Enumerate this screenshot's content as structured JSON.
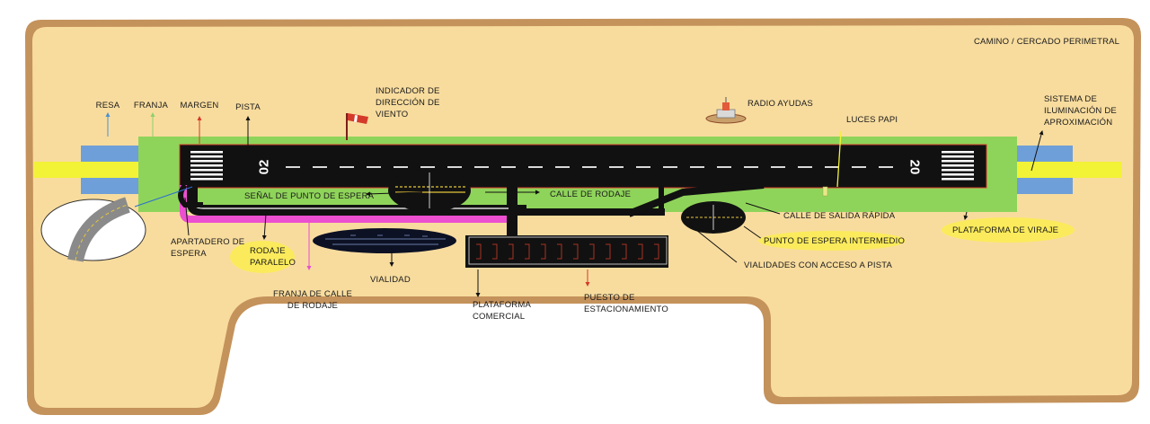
{
  "labels": {
    "perimeter": "CAMINO / CERCADO PERIMETRAL",
    "resa": "RESA",
    "franja": "FRANJA",
    "margen": "MARGEN",
    "pista": "PISTA",
    "wind_l1": "INDICADOR DE",
    "wind_l2": "DIRECCIÓN DE",
    "wind_l3": "VIENTO",
    "radio": "RADIO AYUDAS",
    "papi": "LUCES PAPI",
    "approach_l1": "SISTEMA DE",
    "approach_l2": "ILUMINACIÓN DE",
    "approach_l3": "APROXIMACIÓN",
    "holding_sign": "SEÑAL DE PUNTO DE ESPERA",
    "taxiway": "CALLE DE RODAJE",
    "rapid_exit": "CALLE DE SALIDA RÁPIDA",
    "intermediate_hold": "PUNTO DE ESPERA INTERMEDIO",
    "turn_pad": "PLATAFORMA DE VIRAJE",
    "bay_l1": "APARTADERO DE",
    "bay_l2": "ESPERA",
    "parallel_l1": "RODAJE",
    "parallel_l2": "PARALELO",
    "vialidad": "VIALIDAD",
    "taxi_strip_l1": "FRANJA DE CALLE",
    "taxi_strip_l2": "DE RODAJE",
    "apron_l1": "PLATAFORMA",
    "apron_l2": "COMERCIAL",
    "stand_l1": "PUESTO DE",
    "stand_l2": "ESTACIONAMIENTO",
    "roads_access": "VIALIDADES CON ACCESO A PISTA"
  },
  "runway": {
    "designator_left": "02",
    "designator_right": "20"
  },
  "colors": {
    "ground": "#f8dc9e",
    "perimeter_road": "#c4925b",
    "runway_strip": "#8fd45a",
    "pavement": "#111111",
    "resa": "#6f9fd8",
    "approach_lights": "#f2f237",
    "taxiway_strip": "#ec4fd0",
    "highlight": "#fbeb5c"
  }
}
